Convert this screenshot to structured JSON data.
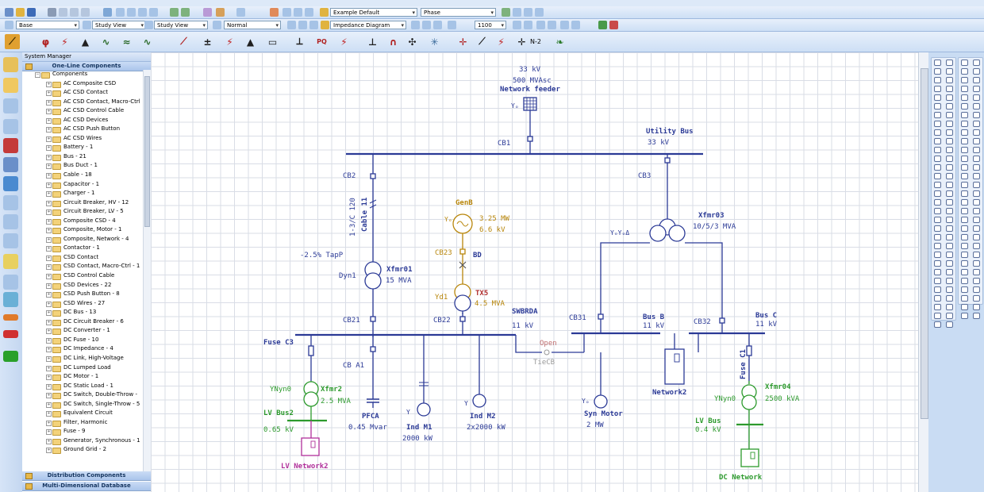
{
  "toolbar": {
    "combo_presentation": "Example Default",
    "combo_phase": "Phase",
    "combo_base": "Base",
    "combo_study_view": "Study View",
    "combo_study_view2": "Study View",
    "combo_normal": "Normal",
    "combo_impedance": "Impedance Diagram",
    "combo_zoom": "1100",
    "n2_label": "N-2"
  },
  "system_manager": {
    "title": "System Manager",
    "one_line_components": "One-Line Components",
    "root": "Components",
    "items": [
      "AC Composite CSD",
      "AC CSD Contact",
      "AC CSD Contact, Macro-Ctrl",
      "AC CSD Control Cable",
      "AC CSD Devices",
      "AC CSD Push Button",
      "AC CSD Wires",
      "Battery - 1",
      "Bus - 21",
      "Bus Duct - 1",
      "Cable - 18",
      "Capacitor - 1",
      "Charger - 1",
      "Circuit Breaker, HV - 12",
      "Circuit Breaker, LV - 5",
      "Composite CSD - 4",
      "Composite, Motor - 1",
      "Composite, Network - 4",
      "Contactor - 1",
      "CSD Contact",
      "CSD Contact, Macro-Ctrl - 1",
      "CSD Control Cable",
      "CSD Devices - 22",
      "CSD Push Button - 8",
      "CSD Wires - 27",
      "DC Bus - 13",
      "DC Circuit Breaker - 6",
      "DC Converter - 1",
      "DC Fuse - 10",
      "DC Impedance - 4",
      "DC Link, High-Voltage",
      "DC Lumped Load",
      "DC Motor - 1",
      "DC Static Load - 1",
      "DC Switch, Double-Throw -",
      "DC Switch, Single-Throw - 5",
      "Equivalent Circuit",
      "Filter, Harmonic",
      "Fuse - 9",
      "Generator, Synchronous - 1",
      "Ground Grid - 2"
    ],
    "distribution_components": "Distribution Components",
    "multi_dimensional_db": "Multi-Dimensional Database"
  },
  "diagram": {
    "network_feeder": {
      "kv": "33 kV",
      "mvasc": "500 MVAsc",
      "name": "Network feeder"
    },
    "cb1": "CB1",
    "utility_bus": {
      "name": "Utility Bus",
      "kv": "33 kV"
    },
    "cb2": "CB2",
    "cable11": {
      "size": "1-3/C 120",
      "name": "Cable 11"
    },
    "cb3": "CB3",
    "genb": {
      "name": "GenB",
      "mw": "3.25 MW",
      "kv": "6.6 kV",
      "sym": "Yₒ"
    },
    "xfmr03": {
      "name": "Xfmr03",
      "rating": "10/5/3 MVA",
      "conn": "YₒYₒΔ"
    },
    "tap": "-2.5% TapP",
    "cb23": "CB23",
    "bd": "BD",
    "xfmr01": {
      "name": "Xfmr01",
      "conn": "Dyn1",
      "rating": "15 MVA"
    },
    "tx5": {
      "name": "TX5",
      "conn": "Yd1",
      "rating": "4.5 MVA"
    },
    "cb21": "CB21",
    "cb22": "CB22",
    "swbrda": {
      "name": "SWBRDA",
      "kv": "11 kV"
    },
    "cb31": "CB31",
    "busb": {
      "name": "Bus B",
      "kv": "11 kV"
    },
    "cb32": "CB32",
    "busc": {
      "name": "Bus C",
      "kv": "11 kV"
    },
    "fuse_c3": "Fuse C3",
    "cb_a1": "CB A1",
    "open": "Open",
    "tiecb": "TieCB",
    "network2": "Network2",
    "fuse_c1": "Fuse C1",
    "xfmr2": {
      "name": "Xfmr2",
      "conn": "YNyn0",
      "rating": "2.5 MVA"
    },
    "lv_bus2": {
      "name": "LV Bus2",
      "kv": "0.65 kV"
    },
    "pfca": {
      "name": "PFCA",
      "rating": "0.45 Mvar"
    },
    "ind_m1": {
      "name": "Ind M1",
      "rating": "2000 kW",
      "sym": "Y"
    },
    "ind_m2": {
      "name": "Ind M2",
      "rating": "2x2000 kW",
      "sym": "Y"
    },
    "syn_motor": {
      "name": "Syn Motor",
      "rating": "2 MW",
      "sym": "Yₒ"
    },
    "xfmr04": {
      "name": "Xfmr04",
      "conn": "YNyn0",
      "rating": "2500 kVA"
    },
    "lv_bus": {
      "name": "LV Bus",
      "kv": "0.4 kV"
    },
    "lv_network2": "LV Network2",
    "dc_network": "DC Network",
    "feeder_sym": "Yₒ"
  },
  "colors": {
    "bus": "#2b3a96",
    "gen": "#b8860b",
    "lv_green": "#2d9a2d",
    "lv_magenta": "#b0309a",
    "open": "#999999"
  }
}
